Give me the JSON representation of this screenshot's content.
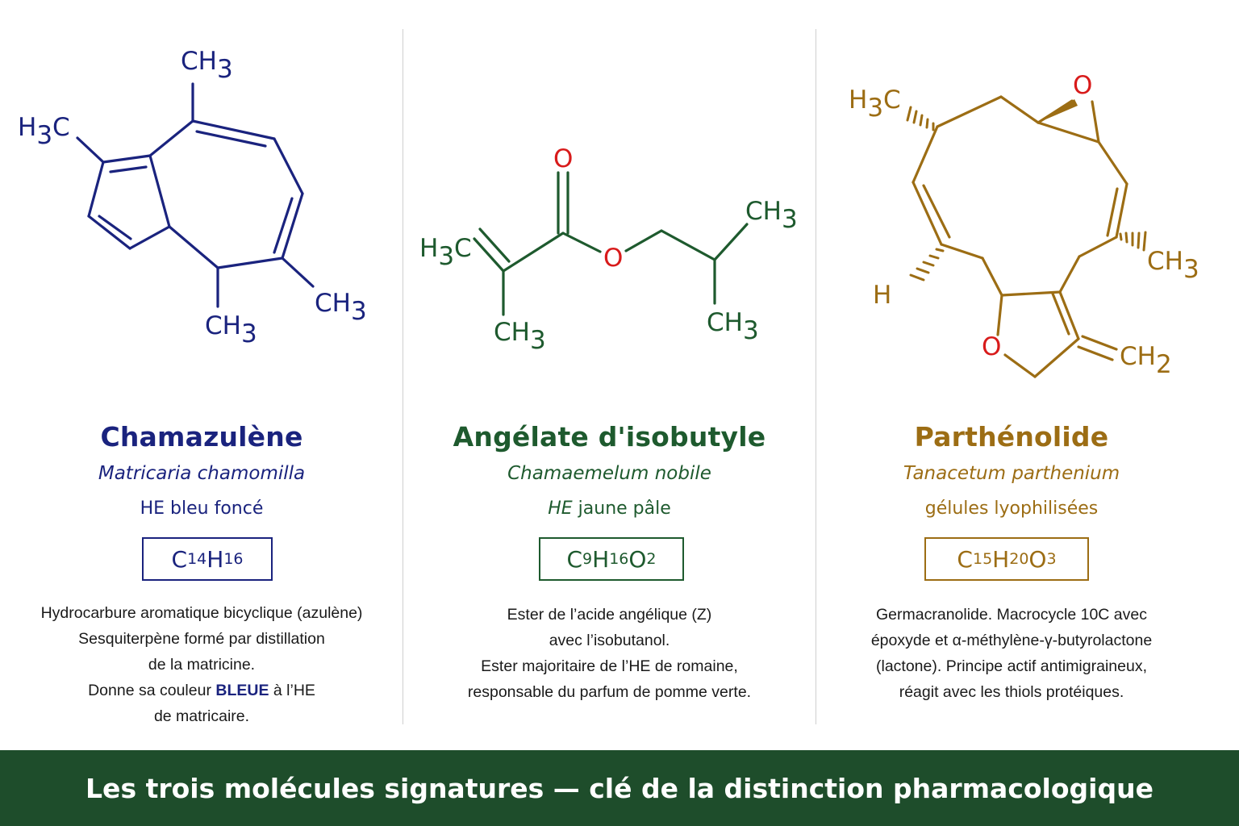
{
  "colors": {
    "panel1": "#1a237e",
    "panel2": "#1e5a2e",
    "panel3": "#9c6d14",
    "oxygen": "#d81b1b",
    "footer_bg": "#1e4d2b",
    "footer_text": "#ffffff"
  },
  "panels": [
    {
      "name": "Chamazulène",
      "species": "Matricaria chamomilla",
      "product": "HE bleu foncé",
      "formula": {
        "parts": [
          "C",
          "14",
          "H",
          "16"
        ]
      },
      "labels": {
        "ch3_top": "CH",
        "ch3_top_sub": "3",
        "h3c_left": "H",
        "h3c_left_sub": "3",
        "h3c_left_c": "C",
        "ch3_right": "CH",
        "ch3_right_sub": "3",
        "ch3_bottom": "CH",
        "ch3_bottom_sub": "3"
      },
      "description": [
        {
          "text": "Hydrocarbure aromatique bicyclique (azulène)"
        },
        {
          "text": "Sesquiterpène formé par distillation"
        },
        {
          "text": "de la matricine."
        },
        {
          "pre": "Donne sa couleur ",
          "bold": "BLEUE",
          "post": " à l’HE"
        },
        {
          "text": "de matricaire."
        }
      ]
    },
    {
      "name": "Angélate d'isobutyle",
      "species": "Chamaemelum nobile",
      "product_italic": "HE",
      "product_rest": " jaune pâle",
      "formula": {
        "parts": [
          "C",
          "9",
          "H",
          "16",
          "O",
          "2"
        ]
      },
      "labels": {
        "o_carbonyl": "O",
        "o_ester": "O",
        "h3c": "H",
        "h3c_sub": "3",
        "h3c_c": "C",
        "ch3_below": "CH",
        "ch3_below_sub": "3",
        "ch3_upper": "CH",
        "ch3_upper_sub": "3",
        "ch3_lower": "CH",
        "ch3_lower_sub": "3"
      },
      "description": [
        {
          "text": "Ester de l’acide angélique (Z)"
        },
        {
          "text": "avec l’isobutanol."
        },
        {
          "text": "Ester majoritaire de l’HE de romaine,"
        },
        {
          "text": "responsable du parfum de pomme verte."
        }
      ]
    },
    {
      "name": "Parthénolide",
      "species": "Tanacetum parthenium",
      "product": "gélules lyophilisées",
      "formula": {
        "parts": [
          "C",
          "15",
          "H",
          "20",
          "O",
          "3"
        ]
      },
      "labels": {
        "o_epoxide": "O",
        "o_lactone": "O",
        "h3c": "H",
        "h3c_sub": "3",
        "h3c_c": "C",
        "ch3": "CH",
        "ch3_sub": "3",
        "h": "H",
        "ch2": "CH",
        "ch2_sub": "2"
      },
      "description": [
        {
          "text": "Germacranolide. Macrocycle 10C avec"
        },
        {
          "text": "époxyde et α-méthylène-γ-butyrolactone"
        },
        {
          "text": "(lactone). Principe actif antimigraineux,"
        },
        {
          "text": "réagit avec les thiols protéiques."
        }
      ]
    }
  ],
  "footer": {
    "text": "Les trois molécules signatures — clé de la distinction pharmacologique"
  }
}
